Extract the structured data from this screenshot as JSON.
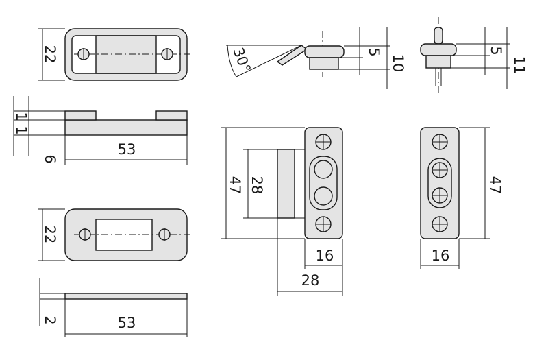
{
  "diagram": {
    "top_plate": {
      "height": "22",
      "gap_stack": [
        "1",
        "1"
      ],
      "thickness": "6",
      "width": "53"
    },
    "bottom_plate": {
      "height": "22",
      "thickness": "2",
      "width": "53"
    },
    "angle_view": {
      "angle": "30°"
    },
    "side_view_left": {
      "dim_small": "5",
      "dim_large": "10"
    },
    "side_view_right": {
      "dim_small": "5",
      "dim_large": "11"
    },
    "front_left": {
      "outer_height": "47",
      "inner_height": "28",
      "width": "16",
      "depth": "28"
    },
    "front_right": {
      "height": "47",
      "width": "16"
    }
  }
}
